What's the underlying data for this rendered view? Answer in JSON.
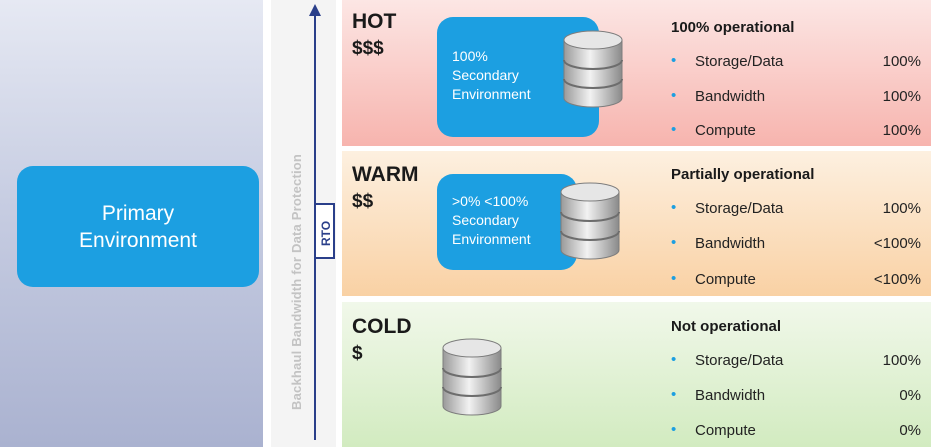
{
  "primary": {
    "line1": "Primary",
    "line2": "Environment"
  },
  "axis": {
    "label": "Backhaul Bandwidth for Data Protection",
    "rto": "RTO"
  },
  "colors": {
    "accent": "#1c9fe1",
    "arrow": "#2a3f8a",
    "hot": "#f7b4ae",
    "warm": "#f9d1a4",
    "cold": "#d2ebc0"
  },
  "tiers": [
    {
      "name": "HOT",
      "cost": "$$$",
      "secondary": {
        "line1": "100%",
        "line2": "Secondary",
        "line3": "Environment"
      },
      "status": "100% operational",
      "rows": [
        {
          "name": "Storage/Data",
          "value": "100%"
        },
        {
          "name": "Bandwidth",
          "value": "100%"
        },
        {
          "name": "Compute",
          "value": "100%"
        }
      ]
    },
    {
      "name": "WARM",
      "cost": "$$",
      "secondary": {
        "line1": ">0% <100%",
        "line2": "Secondary",
        "line3": "Environment"
      },
      "status": "Partially operational",
      "rows": [
        {
          "name": "Storage/Data",
          "value": "100%"
        },
        {
          "name": "Bandwidth",
          "value": "<100%"
        },
        {
          "name": "Compute",
          "value": "<100%"
        }
      ]
    },
    {
      "name": "COLD",
      "cost": "$",
      "status": "Not operational",
      "rows": [
        {
          "name": "Storage/Data",
          "value": "100%"
        },
        {
          "name": "Bandwidth",
          "value": "0%"
        },
        {
          "name": "Compute",
          "value": "0%"
        }
      ]
    }
  ]
}
